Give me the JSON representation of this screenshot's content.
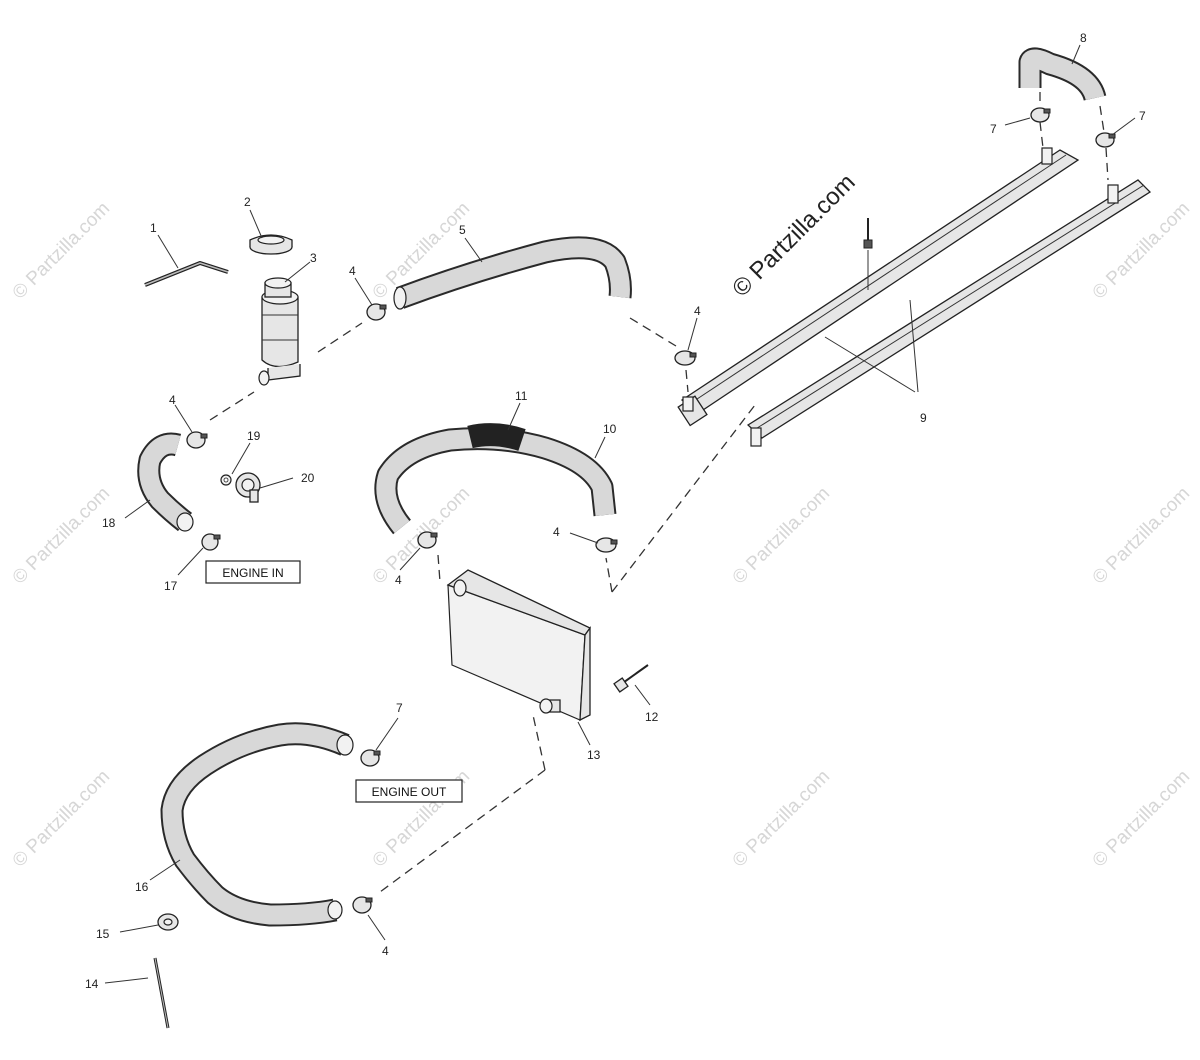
{
  "watermark": {
    "text": "© Partzilla.com"
  },
  "labels": {
    "engine_in": "ENGINE IN",
    "engine_out": "ENGINE OUT"
  },
  "callouts": {
    "c1": "1",
    "c2": "2",
    "c3": "3",
    "c4": "4",
    "c5": "5",
    "c7": "7",
    "c8": "8",
    "c9": "9",
    "c10": "10",
    "c11": "11",
    "c12": "12",
    "c13": "13",
    "c14": "14",
    "c15": "15",
    "c16": "16",
    "c17": "17",
    "c18": "18",
    "c19": "19",
    "c20": "20"
  }
}
